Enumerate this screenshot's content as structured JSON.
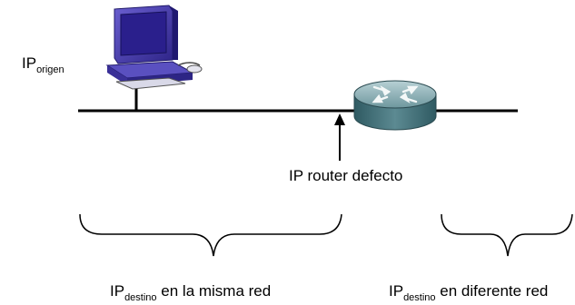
{
  "labels": {
    "ip_origen": {
      "base": "IP",
      "sub": "origen"
    },
    "router_label": "IP router defecto",
    "same_net": {
      "base": "IP",
      "sub": "destino",
      "rest": "en la misma red"
    },
    "diff_net": {
      "base": "IP",
      "sub": "destino",
      "rest": "en diferente red"
    }
  },
  "icons": {
    "computer": "computer-icon",
    "router": "router-icon"
  },
  "colors": {
    "line": "#000000",
    "monitor_body": "#4b3fb0",
    "monitor_screen": "#3a2f9a",
    "router_top": "#8fb3b8",
    "router_side": "#3e6a72"
  }
}
